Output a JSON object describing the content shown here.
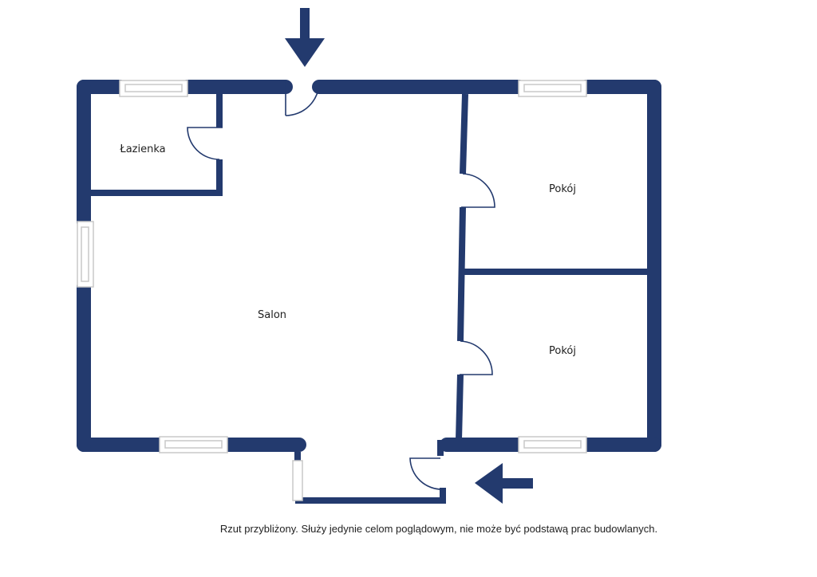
{
  "colors": {
    "wall": "#233a6e",
    "window_frame": "#c8c8c8",
    "background": "#ffffff",
    "arrow": "#233a6e"
  },
  "rooms": {
    "bathroom": "Łazienka",
    "living_room": "Salon",
    "room_1": "Pokój",
    "room_2": "Pokój"
  },
  "icons": {
    "entrance_top": "arrow-down-icon",
    "entrance_side": "arrow-left-icon"
  },
  "disclaimer": "Rzut przybliżony. Służy jedynie celom poglądowym, nie może być podstawą prac budowlanych."
}
